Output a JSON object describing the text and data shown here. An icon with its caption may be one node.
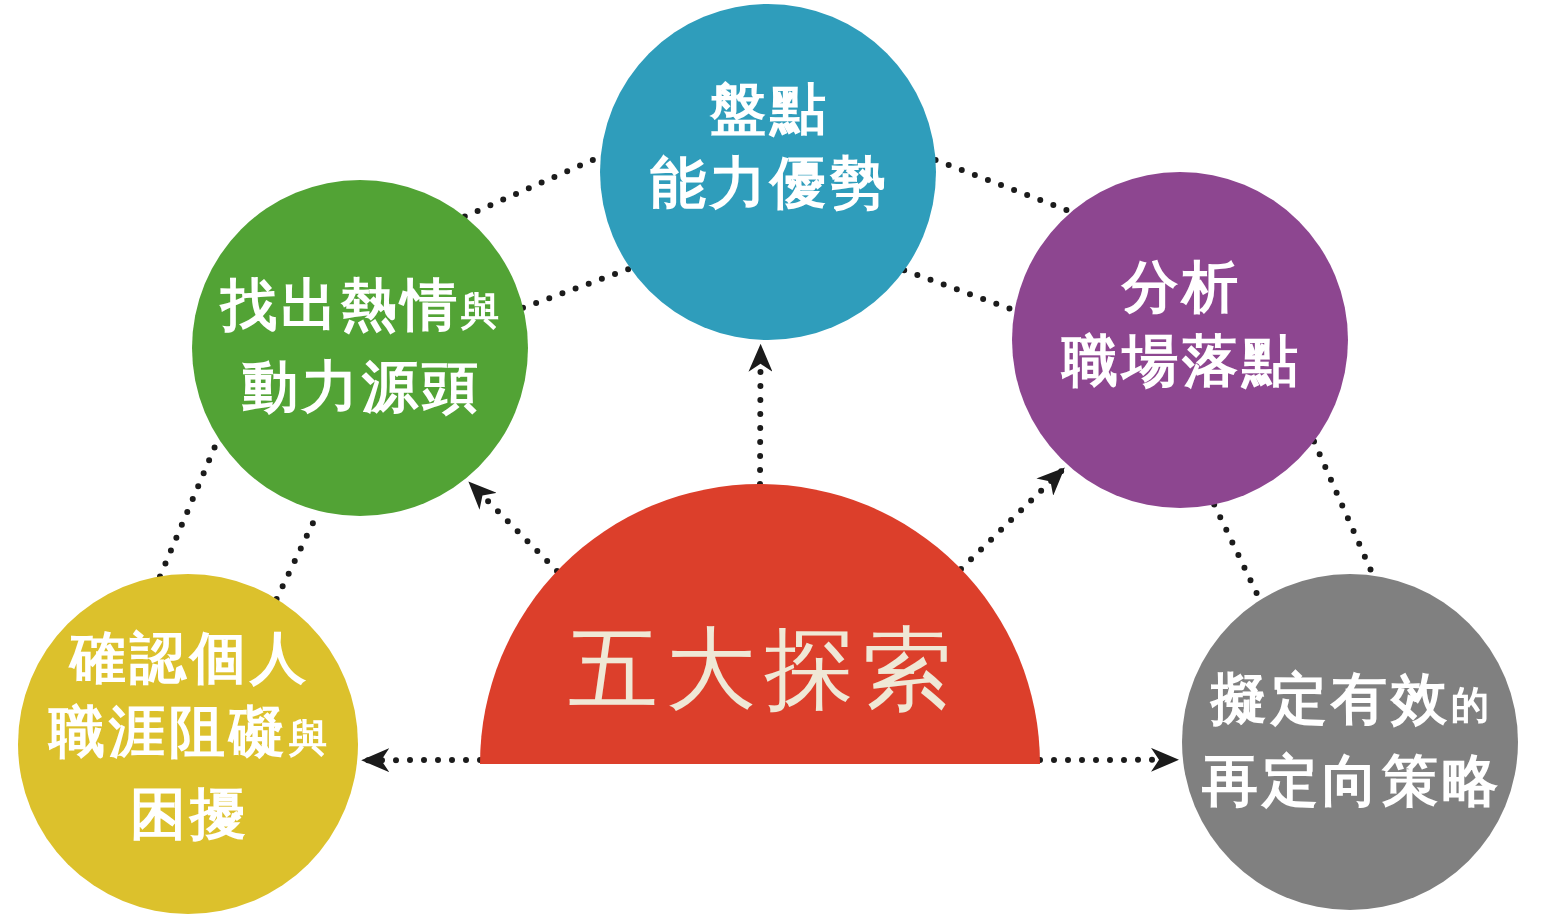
{
  "diagram": {
    "nodes": [
      {
        "text": [
          "五大探索"
        ]
      },
      {
        "text": [
          "確認個人職涯阻礙與困擾"
        ]
      },
      {
        "text": [
          "找出熱情與動力源頭"
        ]
      },
      {
        "text": [
          "盤點能力優勢"
        ]
      },
      {
        "text": [
          "分析職場落點"
        ]
      },
      {
        "text": [
          "擬定有效的再定向策略"
        ]
      }
    ],
    "edges": [
      {
        "from": 0,
        "to": 1,
        "arrow": "to"
      },
      {
        "from": 0,
        "to": 2,
        "arrow": "to"
      },
      {
        "from": 0,
        "to": 3,
        "arrow": "to"
      },
      {
        "from": 0,
        "to": 4,
        "arrow": "to"
      },
      {
        "from": 0,
        "to": 5,
        "arrow": "to"
      },
      {
        "from": 1,
        "to": 2,
        "arrow": "none"
      },
      {
        "from": 1,
        "to": 2,
        "arrow": "none"
      },
      {
        "from": 2,
        "to": 3,
        "arrow": "none"
      },
      {
        "from": 2,
        "to": 3,
        "arrow": "none"
      },
      {
        "from": 3,
        "to": 4,
        "arrow": "none"
      },
      {
        "from": 3,
        "to": 4,
        "arrow": "none"
      },
      {
        "from": 4,
        "to": 5,
        "arrow": "none"
      },
      {
        "from": 4,
        "to": 5,
        "arrow": "none"
      }
    ]
  }
}
